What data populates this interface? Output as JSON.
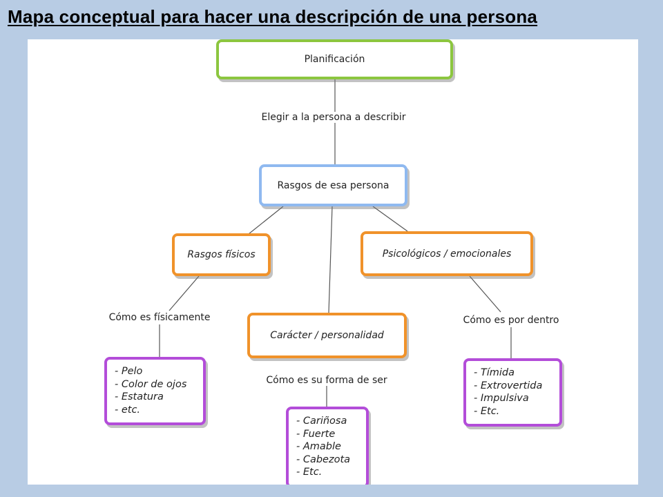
{
  "title": "Mapa conceptual para hacer una descripción de una persona",
  "colors": {
    "background": "#b8cce4",
    "planning_border": "#8cc63f",
    "traits_border": "#8fb9f0",
    "category_border": "#f0922a",
    "list_border": "#b34dd9"
  },
  "nodes": {
    "planificacion": "Planificación",
    "rasgos": "Rasgos de esa persona",
    "fisicos": "Rasgos físicos",
    "psicologicos": "Psicológicos / emocionales",
    "caracter": "Carácter / personalidad"
  },
  "link_labels": {
    "elegir": "Elegir a la persona a describir",
    "fisicamente": "Cómo es físicamente",
    "dentro": "Cómo es por dentro",
    "forma_ser": "Cómo es su forma de ser"
  },
  "lists": {
    "fisicos": [
      "- Pelo",
      "- Color de ojos",
      "- Estatura",
      "- etc."
    ],
    "caracter": [
      "- Cariñosa",
      "- Fuerte",
      "- Amable",
      "- Cabezota",
      "- Etc."
    ],
    "psicologicos": [
      "- Tímida",
      "- Extrovertida",
      "- Impulsiva",
      "- Etc."
    ]
  }
}
